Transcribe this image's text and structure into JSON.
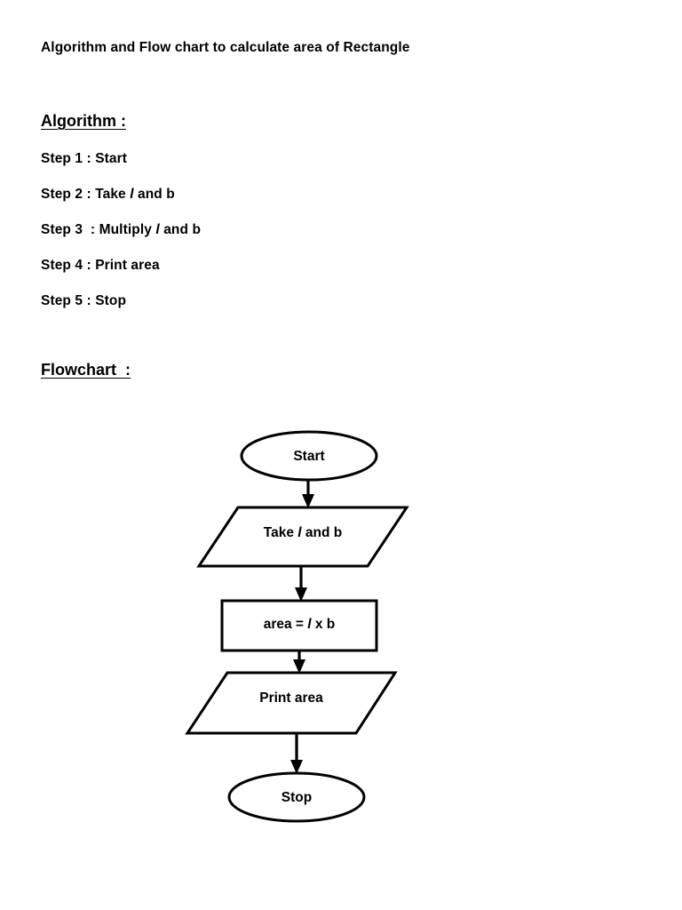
{
  "document": {
    "title": "Algorithm and Flow chart to calculate area of Rectangle",
    "background_color": "#ffffff",
    "text_color": "#000000"
  },
  "algorithm_section": {
    "heading": "Algorithm :",
    "steps": [
      {
        "prefix": "Step 1 : ",
        "text": "Start",
        "full": "Step 1 : Start"
      },
      {
        "prefix": "Step 2 : Take ",
        "variable": "l",
        "suffix": " and b",
        "full": "Step 2 : Take l and b"
      },
      {
        "prefix": "Step 3  : Multiply ",
        "variable": "l",
        "suffix": " and b",
        "full": "Step 3  : Multiply l and b"
      },
      {
        "prefix": "Step 4 : ",
        "text": "Print area",
        "full": "Step 4 : Print area"
      },
      {
        "prefix": "Step 5 : ",
        "text": "Stop",
        "full": "Step 5 : Stop"
      }
    ]
  },
  "flowchart_section": {
    "heading": "Flowchart  :",
    "nodes": [
      {
        "id": "start",
        "shape": "ellipse",
        "label": "Start"
      },
      {
        "id": "input",
        "shape": "parallelogram",
        "label_prefix": "Take ",
        "label_variable": "l",
        "label_suffix": " and b",
        "label": "Take l and b"
      },
      {
        "id": "process",
        "shape": "rectangle",
        "label_prefix": "area  = ",
        "label_variable": "l",
        "label_suffix": " x b",
        "label": "area  = l x b"
      },
      {
        "id": "output",
        "shape": "parallelogram",
        "label": "Print area"
      },
      {
        "id": "stop",
        "shape": "ellipse",
        "label": "Stop"
      }
    ],
    "connectors": [
      {
        "from": "start",
        "to": "input",
        "arrow": "down"
      },
      {
        "from": "input",
        "to": "process",
        "arrow": "down"
      },
      {
        "from": "process",
        "to": "output",
        "arrow": "down"
      },
      {
        "from": "output",
        "to": "stop",
        "arrow": "down"
      }
    ],
    "stroke_color": "#000000",
    "fill_color": "#ffffff"
  }
}
